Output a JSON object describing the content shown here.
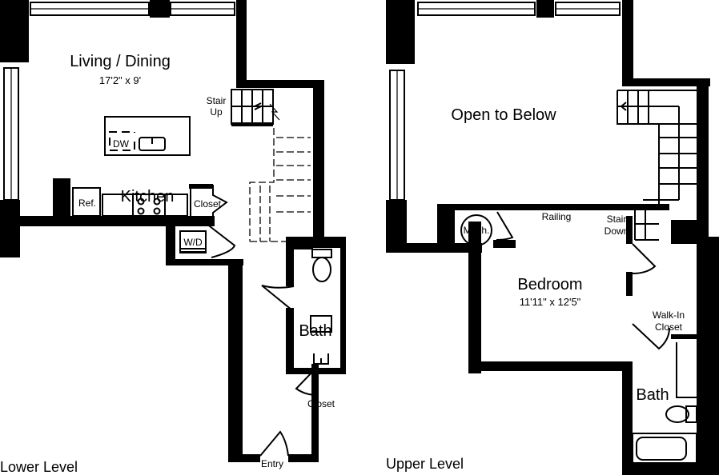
{
  "lower_level": {
    "title": "Lower Level",
    "rooms": {
      "living_dining": {
        "name": "Living / Dining",
        "dimensions": "17'2\" x 9'"
      },
      "kitchen": {
        "name": "Kitchen"
      },
      "bath": {
        "name": "Bath"
      }
    },
    "labels": {
      "stair_up_1": "Stair",
      "stair_up_2": "Up",
      "dishwasher": "DW",
      "refrigerator": "Ref.",
      "closet_kitchen": "Closet",
      "washer_dryer": "W/D",
      "closet_entry": "Closet",
      "entry": "Entry"
    }
  },
  "upper_level": {
    "title": "Upper Level",
    "rooms": {
      "open_to_below": {
        "name": "Open to Below"
      },
      "bedroom": {
        "name": "Bedroom",
        "dimensions": "11'11\" x 12'5\""
      },
      "bath": {
        "name": "Bath"
      }
    },
    "labels": {
      "mech": "Mech.",
      "railing": "Railing",
      "stair_down_1": "Stair",
      "stair_down_2": "Down",
      "walk_in_1": "Walk-In",
      "walk_in_2": "Closet"
    }
  }
}
